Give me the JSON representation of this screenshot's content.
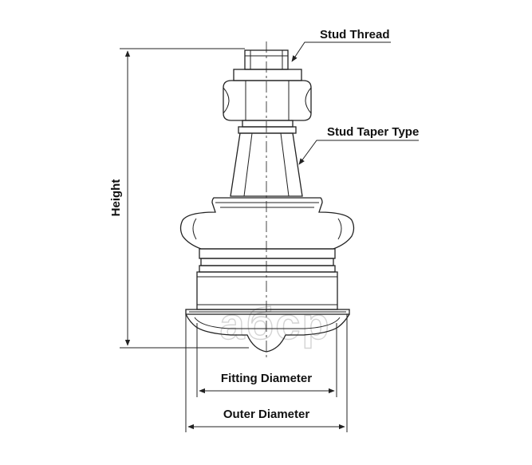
{
  "labels": {
    "stud_thread": "Stud Thread",
    "stud_taper_type": "Stud Taper Type",
    "height": "Height",
    "fitting_diameter": "Fitting Diameter",
    "outer_diameter": "Outer Diameter"
  },
  "watermark": "aбcp",
  "colors": {
    "line": "#222222",
    "background": "#ffffff",
    "watermark": "#d4d4d4"
  }
}
